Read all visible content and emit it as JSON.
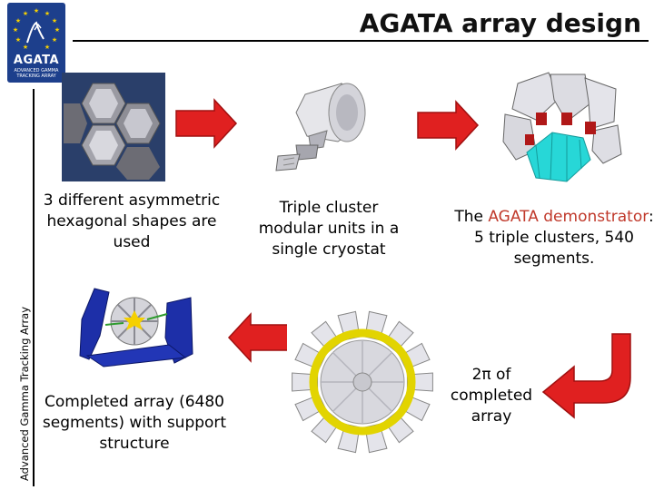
{
  "header": {
    "title": "AGATA array design",
    "side_label": "Advanced Gamma Tracking Array"
  },
  "logo": {
    "word": "AGATA",
    "sub_line1": "ADVANCED GAMMA",
    "sub_line2": "TRACKING ARRAY"
  },
  "captions": {
    "hexagonal": "3 different asymmetric hexagonal shapes are used",
    "triple_cluster": "Triple cluster modular units in a single cryostat",
    "demonstrator_prefix": "The ",
    "demonstrator_highlight1": "AGATA",
    "demonstrator_mid": " ",
    "demonstrator_highlight2": "demonstrator",
    "demonstrator_suffix": ": 5 triple clusters, 540 segments.",
    "two_pi": "2π of completed array",
    "completed": "Completed array (6480 segments) with support structure"
  },
  "colors": {
    "arrow_red": "#e02020",
    "arrow_edge": "#a01010",
    "highlight_text": "#c0392b",
    "logo_blue": "#1d3f8c",
    "star_yellow": "#f5d000"
  },
  "icons": {
    "logo": "agata-logo",
    "arrows": [
      "arrow-right-icon",
      "arrow-right-icon",
      "arrow-left-icon",
      "arrow-curved-down-left-icon"
    ]
  }
}
